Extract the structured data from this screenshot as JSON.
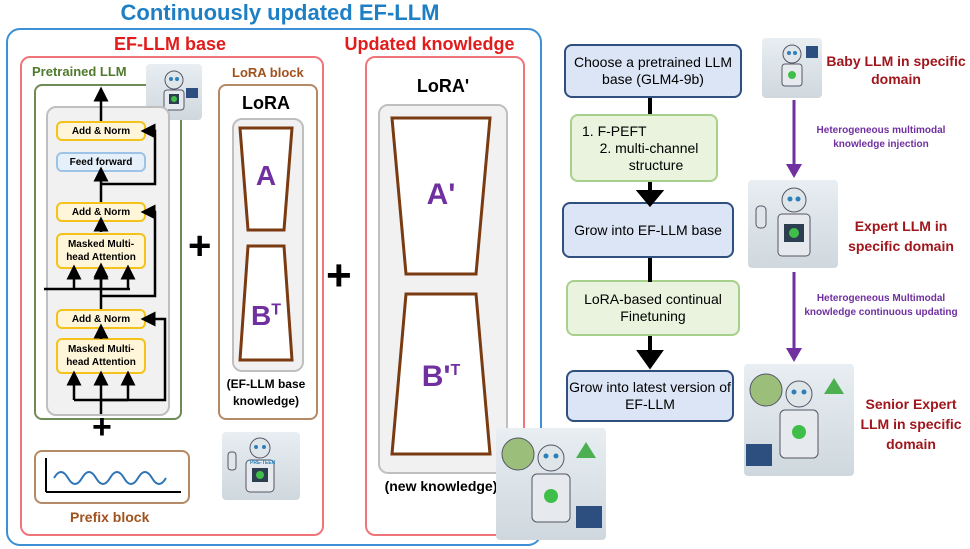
{
  "title": "Continuously updated EF-LLM",
  "base_label": "EF-LLM base",
  "updated_label": "Updated knowledge",
  "pretrained_label": "Pretrained LLM",
  "add_norm": "Add & Norm",
  "feed_forward": "Feed forward",
  "masked_attention": "Masked Multi-head Attention",
  "plus": "+",
  "prefix_label": "Prefix block",
  "lora_block_label": "LoRA block",
  "lora_title": "LoRA",
  "lora_a": "A",
  "lora_b": "B",
  "lora_b_sup": "T",
  "lora_caption": "(EF-LLM base knowledge)",
  "lora_prime_title": "LoRA'",
  "lora_a_prime": "A'",
  "lora_b_prime": "B'",
  "lora_b_prime_sup": "T",
  "lora_prime_caption": "(new knowledge)",
  "flow": {
    "step1": "Choose a pretrained LLM base (GLM4-9b)",
    "step2_items": [
      "1. F-PEFT",
      "2. multi-channel structure"
    ],
    "step3": "Grow into EF-LLM base",
    "step4": "LoRA-based continual Finetuning",
    "step5": "Grow into latest version of EF-LLM"
  },
  "stages": {
    "baby": "Baby LLM in specific domain",
    "transition1": "Heterogeneous multimodal knowledge injection",
    "expert": "Expert LLM in specific domain",
    "transition2": "Heterogeneous Multimodal knowledge continuous updating",
    "senior": "Senior Expert LLM in specific domain"
  },
  "robot_badge": "PRE-TEEN",
  "colors": {
    "blue_title": "#1f7fc4",
    "red": "#e21c1c",
    "purple": "#7030a0",
    "dark_red": "#a0161c"
  }
}
